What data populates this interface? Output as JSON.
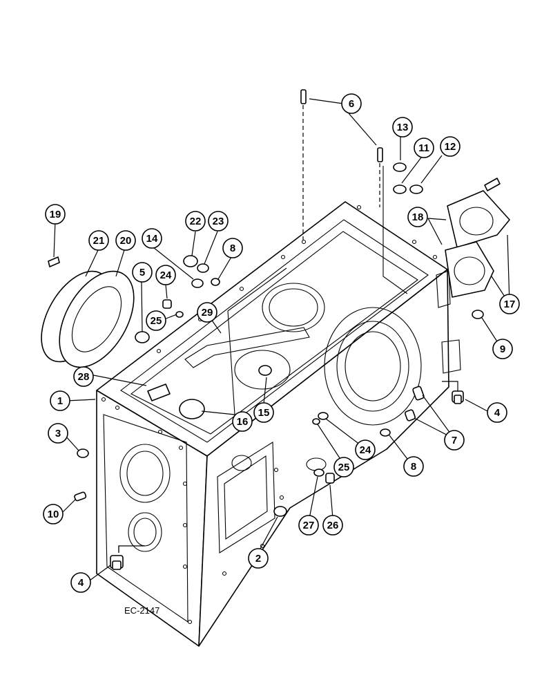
{
  "figure_code": "EC-2147",
  "callouts": [
    "1",
    "2",
    "3",
    "4",
    "4",
    "5",
    "6",
    "7",
    "8",
    "8",
    "9",
    "10",
    "11",
    "12",
    "13",
    "14",
    "15",
    "16",
    "17",
    "18",
    "19",
    "20",
    "21",
    "22",
    "23",
    "24",
    "24",
    "25",
    "25",
    "26",
    "27",
    "28",
    "29"
  ],
  "icons": {
    "housing": "transmission-housing-drawing",
    "callout": "circled-number"
  },
  "colors": {
    "ink": "#000000",
    "paper": "#ffffff"
  }
}
